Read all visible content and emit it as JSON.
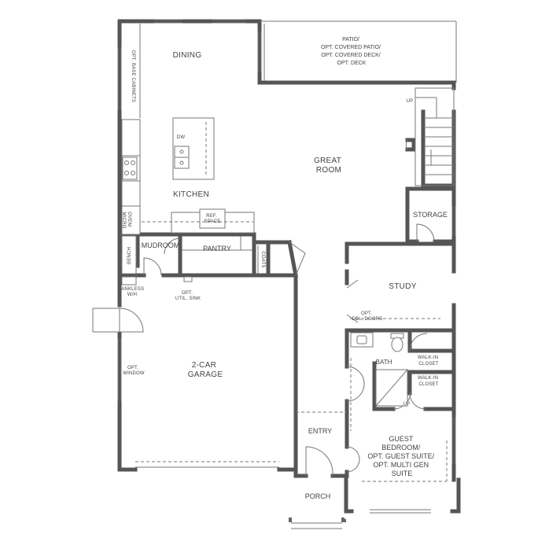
{
  "rooms": {
    "dining": "DINING",
    "patio": [
      "PATIO/",
      "OPT. COVERED PATIO/",
      "OPT. COVERED DECK/",
      "OPT. DECK"
    ],
    "great_room": [
      "GREAT",
      "ROOM"
    ],
    "kitchen": "KITCHEN",
    "storage": "STORAGE",
    "mudroom": "MUDROOM",
    "pantry": "PANTRY",
    "study": "STUDY",
    "garage": [
      "2-CAR",
      "GARAGE"
    ],
    "bath": "BATH",
    "walk_in_closet_1": [
      "WALK-IN",
      "CLOSET"
    ],
    "walk_in_closet_2": [
      "WALK-IN",
      "CLOSET"
    ],
    "entry": "ENTRY",
    "guest_bedroom": [
      "GUEST",
      "BEDROOM/",
      "OPT. GUEST SUITE/",
      "OPT. MULTI GEN",
      "SUITE"
    ],
    "porch": "PORCH"
  },
  "fixtures": {
    "opt_base_cabinets": "OPT. BASE CABINETS",
    "dw": "DW",
    "ref_space": [
      "REF.",
      "SPACE"
    ],
    "oven_micro": [
      "OVEN/",
      "MICRO"
    ],
    "bench": "BENCH",
    "coats": "COATS",
    "tankless_wh": [
      "TANKLESS",
      "W/H"
    ],
    "opt_util_sink": [
      "OPT.",
      "UTIL. SINK"
    ],
    "opt_window": [
      "OPT.",
      "WINDOW"
    ],
    "opt_dbl_doors": [
      "OPT.",
      "DBL. DOORS"
    ],
    "up_stair": "UP",
    "up_bath": "UP"
  }
}
